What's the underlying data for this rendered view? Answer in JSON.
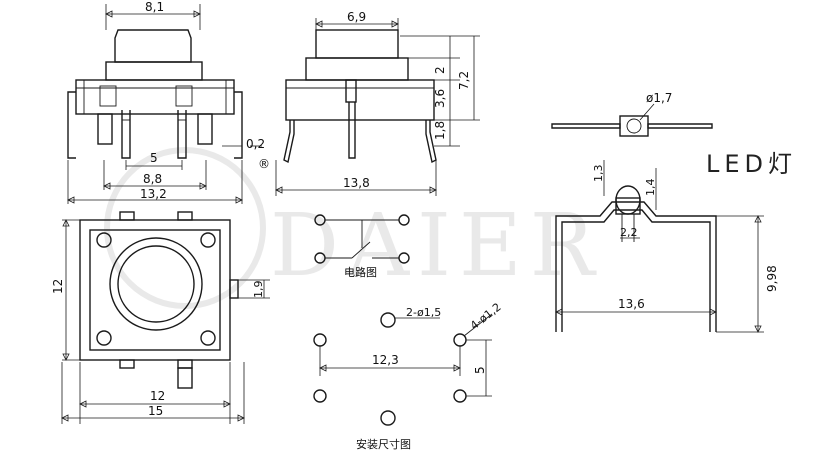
{
  "brand": {
    "watermark": "DAIER",
    "registered_mark": "®"
  },
  "labels": {
    "led": "LED灯",
    "circuit": "电路图",
    "mounting": "安装尺寸图"
  },
  "dims": {
    "top_width": "8,1",
    "top_pin_pitch": "5",
    "top_outer": "8,8",
    "top_overall": "13,2",
    "top_pin_thk": "0,2",
    "side_cap": "6,9",
    "side_h1": "2",
    "side_h2": "3,6",
    "side_h3": "1,8",
    "side_total": "7,2",
    "side_width": "13,8",
    "led_dia": "ø1,7",
    "led_h1": "1,3",
    "led_h2": "1,4",
    "led_pitch": "2,2",
    "led_height": "9,98",
    "led_width": "13,6",
    "body_height": "12",
    "btn_offset": "1,9",
    "body_width": "12",
    "overall_width": "15",
    "hole_small": "2-ø1,5",
    "hole_large": "4-ø1,2",
    "hole_pitch": "12,3",
    "hole_vert": "5"
  },
  "colors": {
    "line": "#1a1a1a",
    "watermark": "#cfcfcf"
  }
}
